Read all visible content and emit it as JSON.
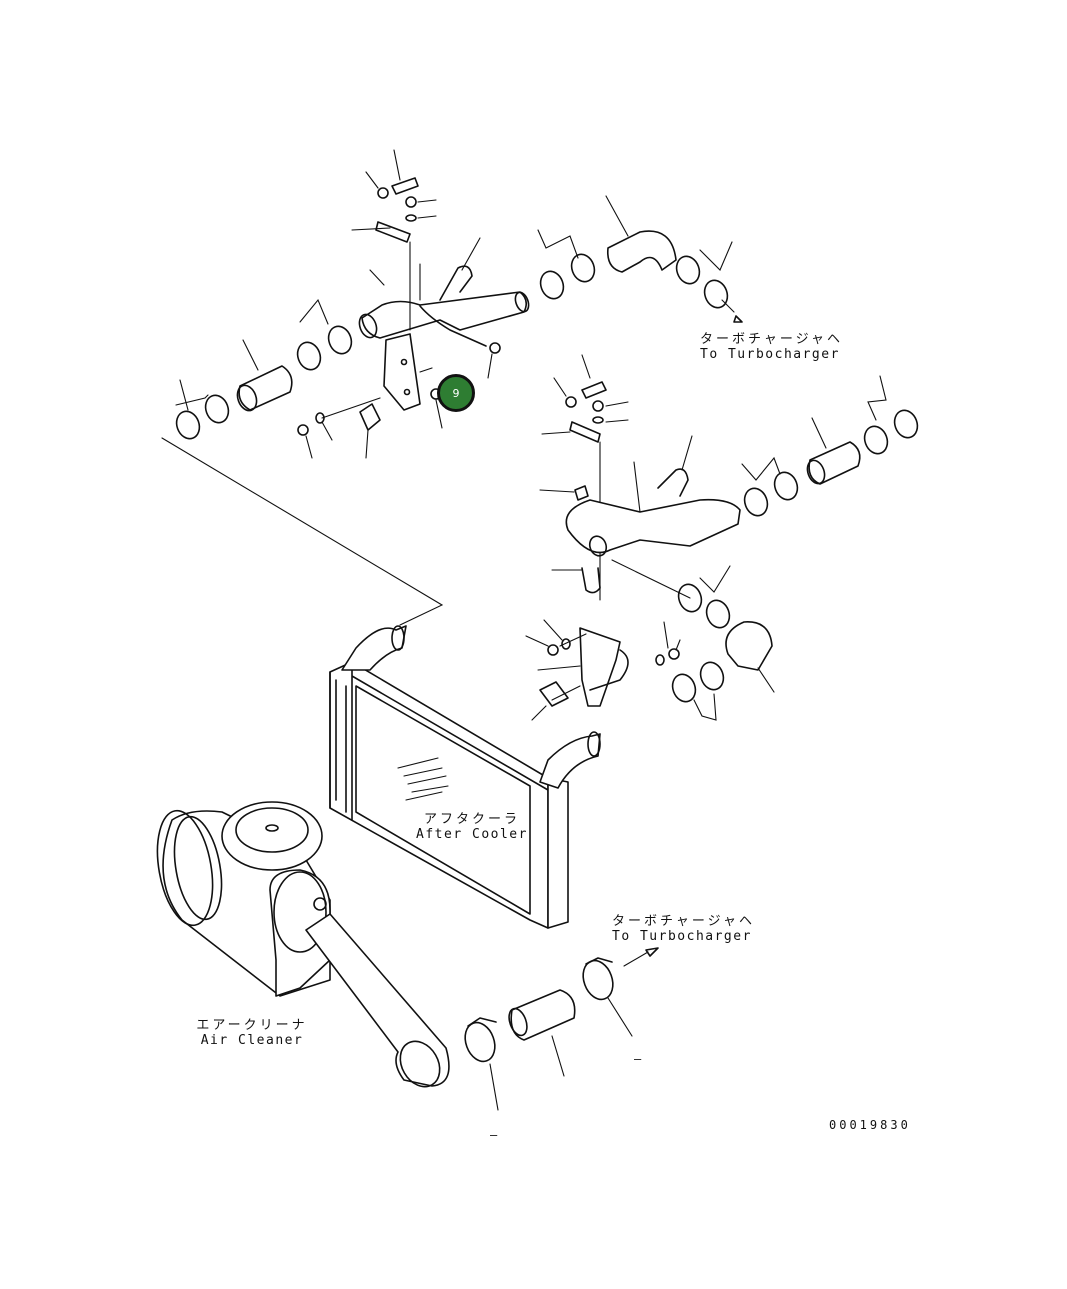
{
  "labels": {
    "turbo_top": {
      "ja": "ターボチャージャヘ",
      "en": "To Turbocharger"
    },
    "after_cooler": {
      "ja": "アフタクーラ",
      "en": "After Cooler"
    },
    "turbo_bottom": {
      "ja": "ターボチャージャヘ",
      "en": "To Turbocharger"
    },
    "air_cleaner": {
      "ja": "エアークリーナ",
      "en": "Air Cleaner"
    }
  },
  "callout": {
    "number": "9",
    "color": "#2e7d32"
  },
  "part_number_dashes": [
    "–",
    "–"
  ],
  "drawing_number": "00019830"
}
